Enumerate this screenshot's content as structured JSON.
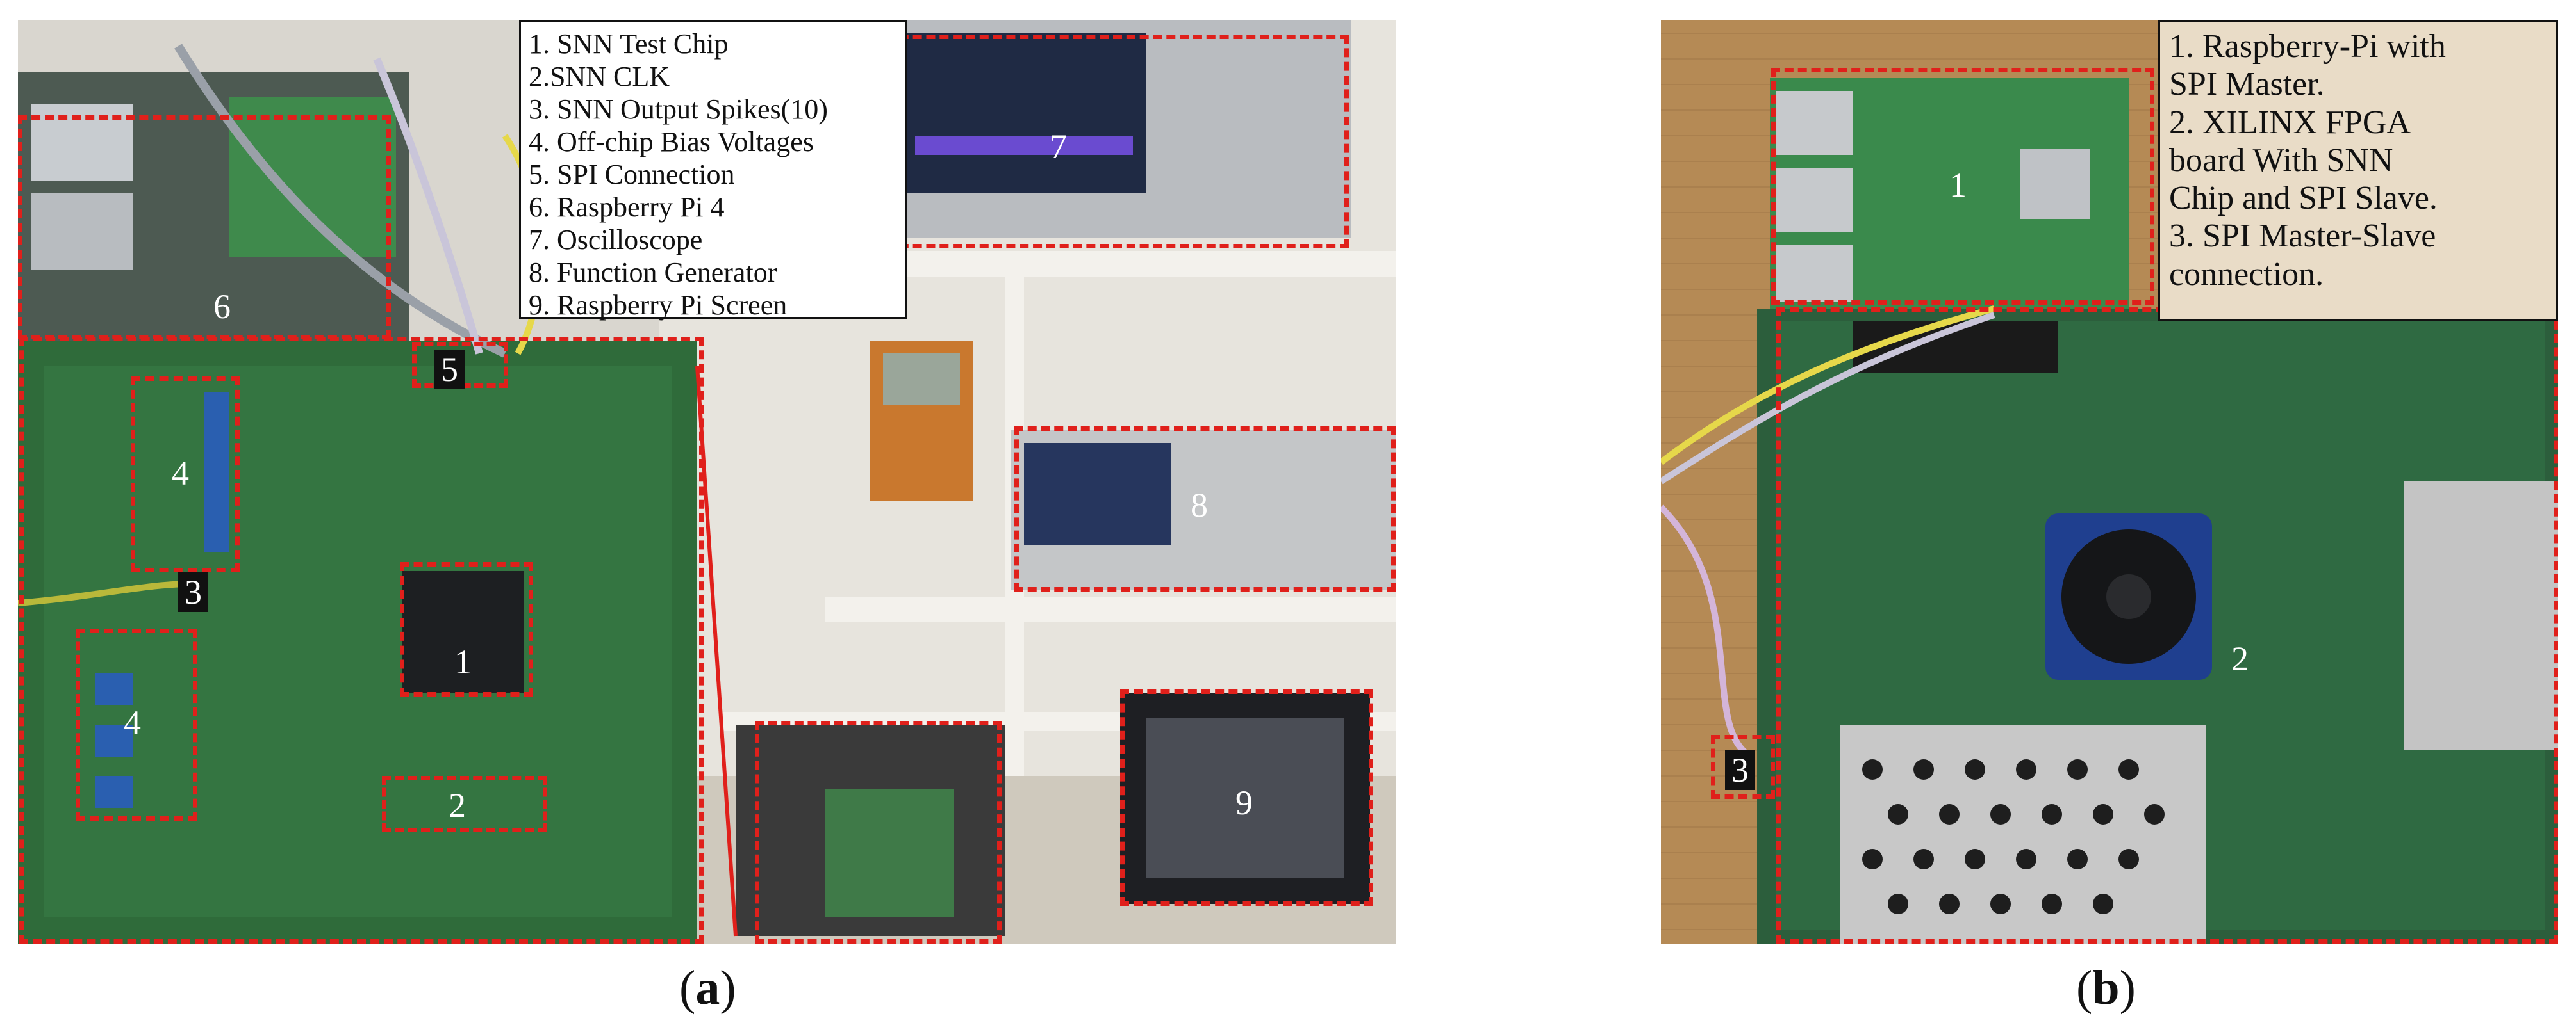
{
  "panel_a": {
    "caption_letter": "a",
    "legend": [
      "1. SNN Test Chip",
      "2.SNN CLK",
      "3. SNN Output Spikes(10)",
      "4. Off-chip Bias Voltages",
      "5. SPI Connection",
      "6. Raspberry Pi 4",
      "7. Oscilloscope",
      "8. Function Generator",
      "9. Raspberry Pi Screen"
    ],
    "labels": {
      "chip": "1",
      "clk": "2",
      "spikes": "3",
      "bias_top": "4",
      "bias_bottom": "4",
      "spi": "5",
      "rpi": "6",
      "scope": "7",
      "fgen": "8",
      "screen": "9"
    }
  },
  "panel_b": {
    "caption_letter": "b",
    "legend": [
      "1. Raspberry-Pi with",
      "SPI Master.",
      "2. XILINX FPGA",
      "board With SNN",
      "Chip and SPI Slave.",
      "3. SPI Master-Slave",
      "connection."
    ],
    "labels": {
      "rpi": "1",
      "fpga": "2",
      "link": "3"
    }
  },
  "colors": {
    "annotation_red": "#e0201b",
    "pcb_green": "#2f6b3a",
    "wood": "#b58a55"
  }
}
